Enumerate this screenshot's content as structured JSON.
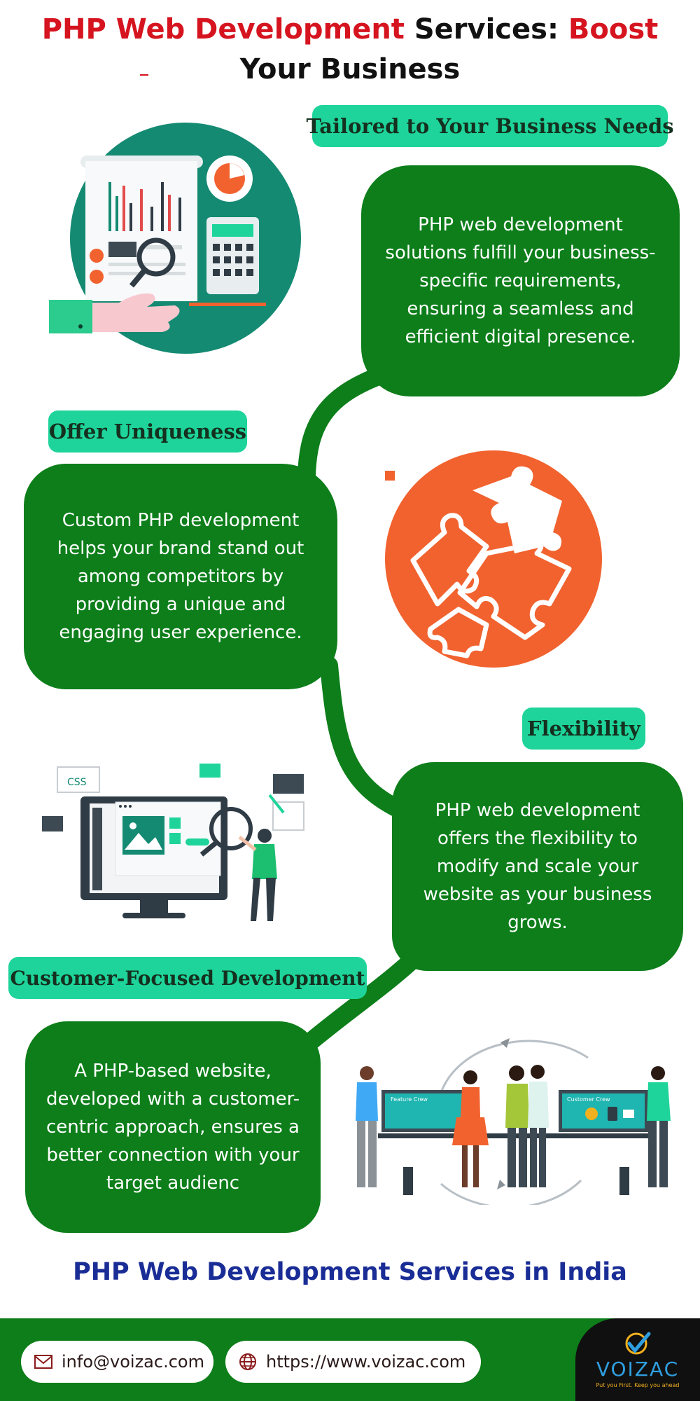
{
  "header": {
    "title_part1": "PHP Web Development",
    "title_part2": " Services: ",
    "title_part3": "Boost",
    "title_part4": " Your Business"
  },
  "sections": [
    {
      "heading": "Tailored to Your Business Needs",
      "text": "PHP web development solutions fulfill your business-specific requirements, ensuring a seamless and efficient digital presence.",
      "illustration_icon": "business-analytics-icon"
    },
    {
      "heading": "Offer Uniqueness",
      "text": "Custom PHP development helps your brand stand out among competitors by providing a unique and engaging user experience.",
      "illustration_icon": "puzzle-icon"
    },
    {
      "heading": "Flexibility",
      "text": "PHP web development offers the flexibility to modify and scale your website as your business grows.",
      "illustration_icon": "web-design-icon",
      "screen_label": "CSS"
    },
    {
      "heading": "Customer-Focused Development",
      "text": "A PHP-based website, developed with a customer-centric approach, ensures a better connection with your target audienc",
      "illustration_icon": "team-collaboration-icon",
      "screen_labels": [
        "Feature Crew",
        "Customer Crew"
      ]
    }
  ],
  "services_heading": "PHP Web Development Services in India",
  "footer": {
    "email": "info@voizac.com",
    "website": "https://www.voizac.com",
    "email_icon": "mail-icon",
    "website_icon": "globe-icon",
    "logo_text": "VOIZAC",
    "logo_tagline": "Put you First. Keep you ahead"
  },
  "colors": {
    "accent_red": "#d5141f",
    "bubble_green": "#0d7e1a",
    "tag_green": "#1ed49a",
    "navy": "#1a2d96",
    "orange": "#f1622f",
    "teal": "#148a72"
  }
}
